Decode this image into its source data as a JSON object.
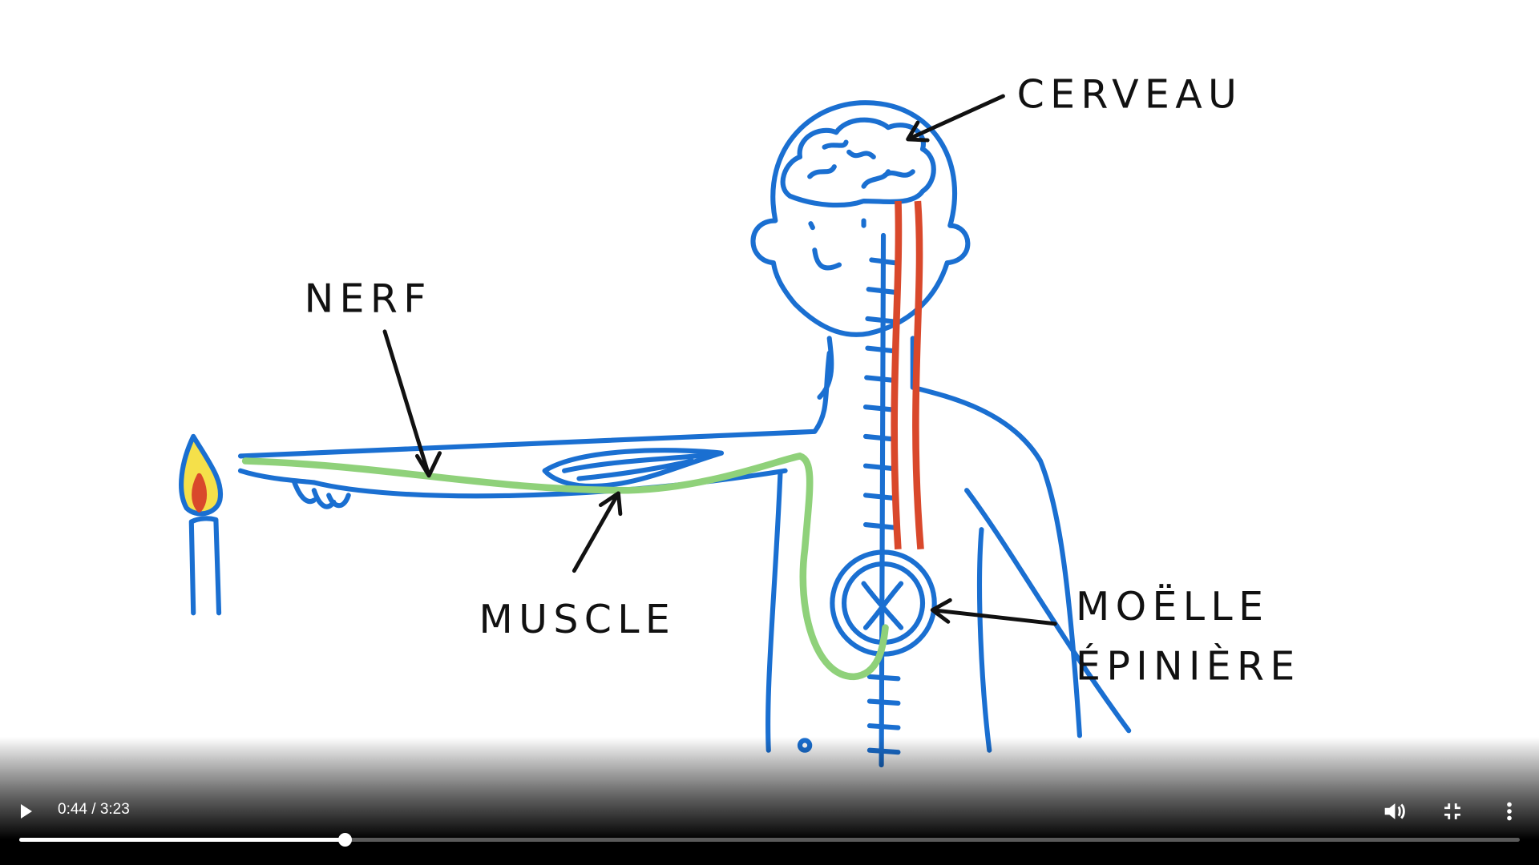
{
  "illustration": {
    "labels": {
      "brain": "CERVEAU",
      "nerve": "NERF",
      "muscle": "MUSCLE",
      "spinal_cord_1": "MOËLLE",
      "spinal_cord_2": "ÉPINIÈRE"
    },
    "colors": {
      "outline": "#1a6fd1",
      "nerve": "#8fd17a",
      "cord": "#d9482b",
      "flame": "#f5e04a"
    }
  },
  "player": {
    "current_time": "0:44",
    "duration": "3:23",
    "time_display": "0:44 / 3:23",
    "progress_percent": 21.7,
    "icons": [
      "play-icon",
      "volume-icon",
      "exit-fullscreen-icon",
      "more-options-icon"
    ]
  }
}
